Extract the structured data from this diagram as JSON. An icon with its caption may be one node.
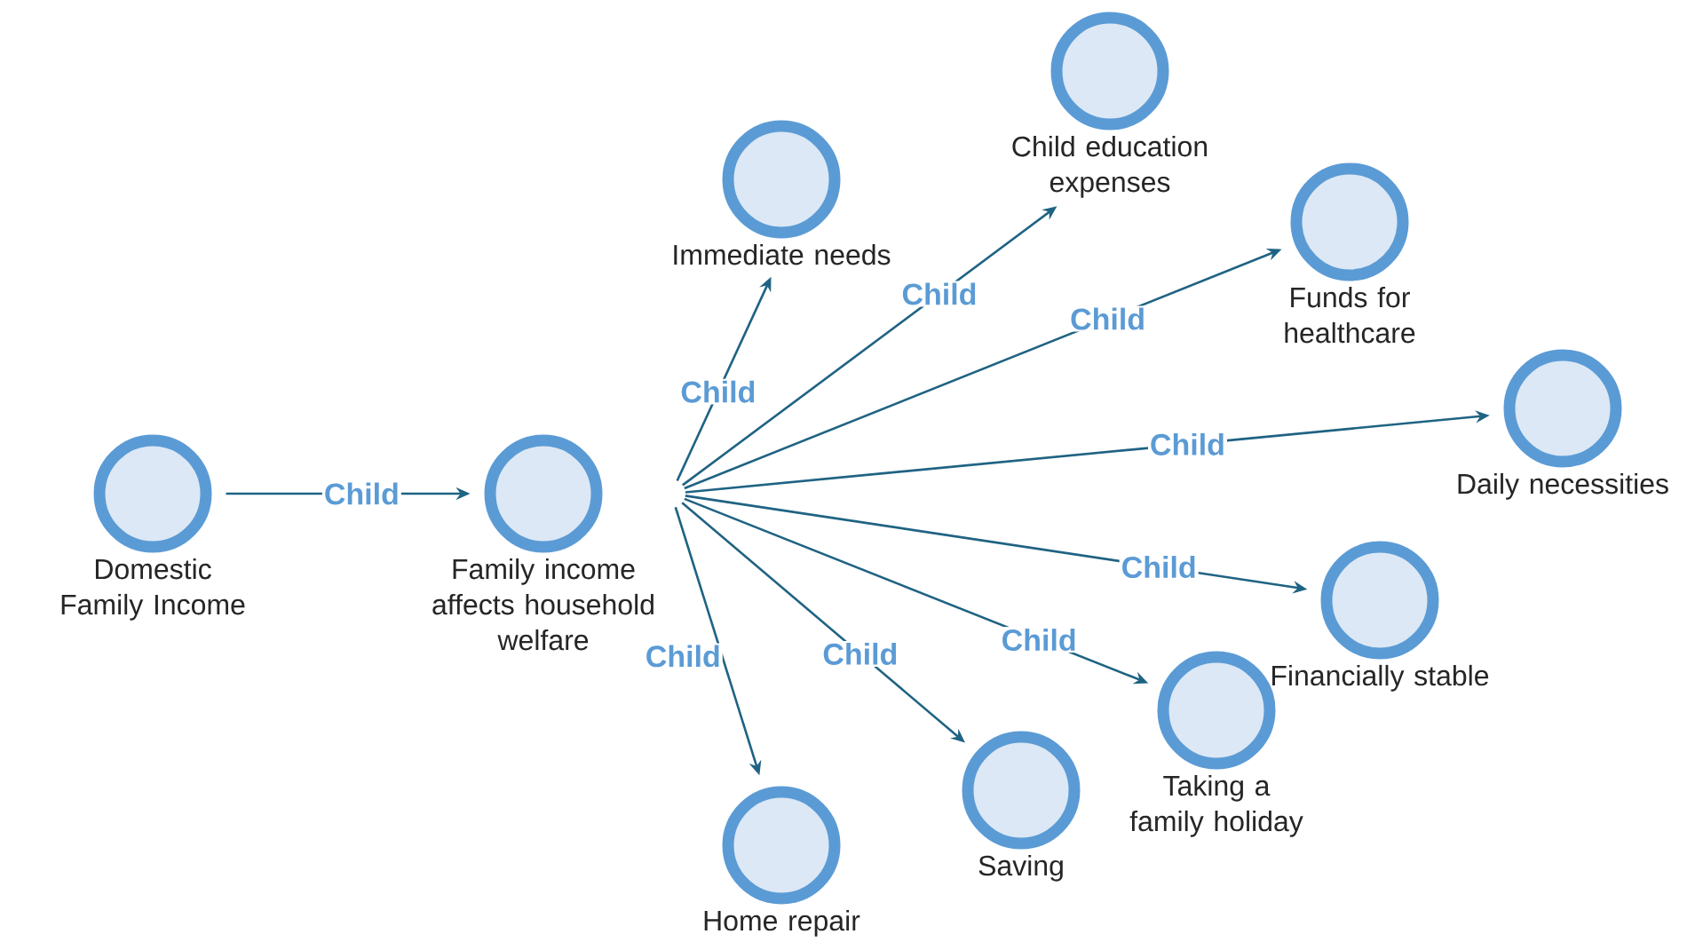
{
  "diagram": {
    "nodes": [
      {
        "text": [
          "Domestic Family Income"
        ]
      },
      {
        "text": [
          "Family income affects household welfare"
        ]
      },
      {
        "text": [
          "Immediate needs"
        ]
      },
      {
        "text": [
          "Child education expenses"
        ]
      },
      {
        "text": [
          "Funds for healthcare"
        ]
      },
      {
        "text": [
          "Daily necessities"
        ]
      },
      {
        "text": [
          "Financially stable"
        ]
      },
      {
        "text": [
          "Taking a family holiday"
        ]
      },
      {
        "text": [
          "Saving"
        ]
      },
      {
        "text": [
          "Home repair"
        ]
      }
    ],
    "edges": [
      {
        "from": 0,
        "to": 1,
        "arrow": "to",
        "label": "Child"
      },
      {
        "from": 1,
        "to": 2,
        "arrow": "to",
        "label": "Child"
      },
      {
        "from": 1,
        "to": 3,
        "arrow": "to",
        "label": "Child"
      },
      {
        "from": 1,
        "to": 4,
        "arrow": "to",
        "label": "Child"
      },
      {
        "from": 1,
        "to": 5,
        "arrow": "to",
        "label": "Child"
      },
      {
        "from": 1,
        "to": 6,
        "arrow": "to",
        "label": "Child"
      },
      {
        "from": 1,
        "to": 7,
        "arrow": "to",
        "label": "Child"
      },
      {
        "from": 1,
        "to": 8,
        "arrow": "to",
        "label": "Child"
      },
      {
        "from": 1,
        "to": 9,
        "arrow": "to",
        "label": "Child"
      }
    ]
  }
}
